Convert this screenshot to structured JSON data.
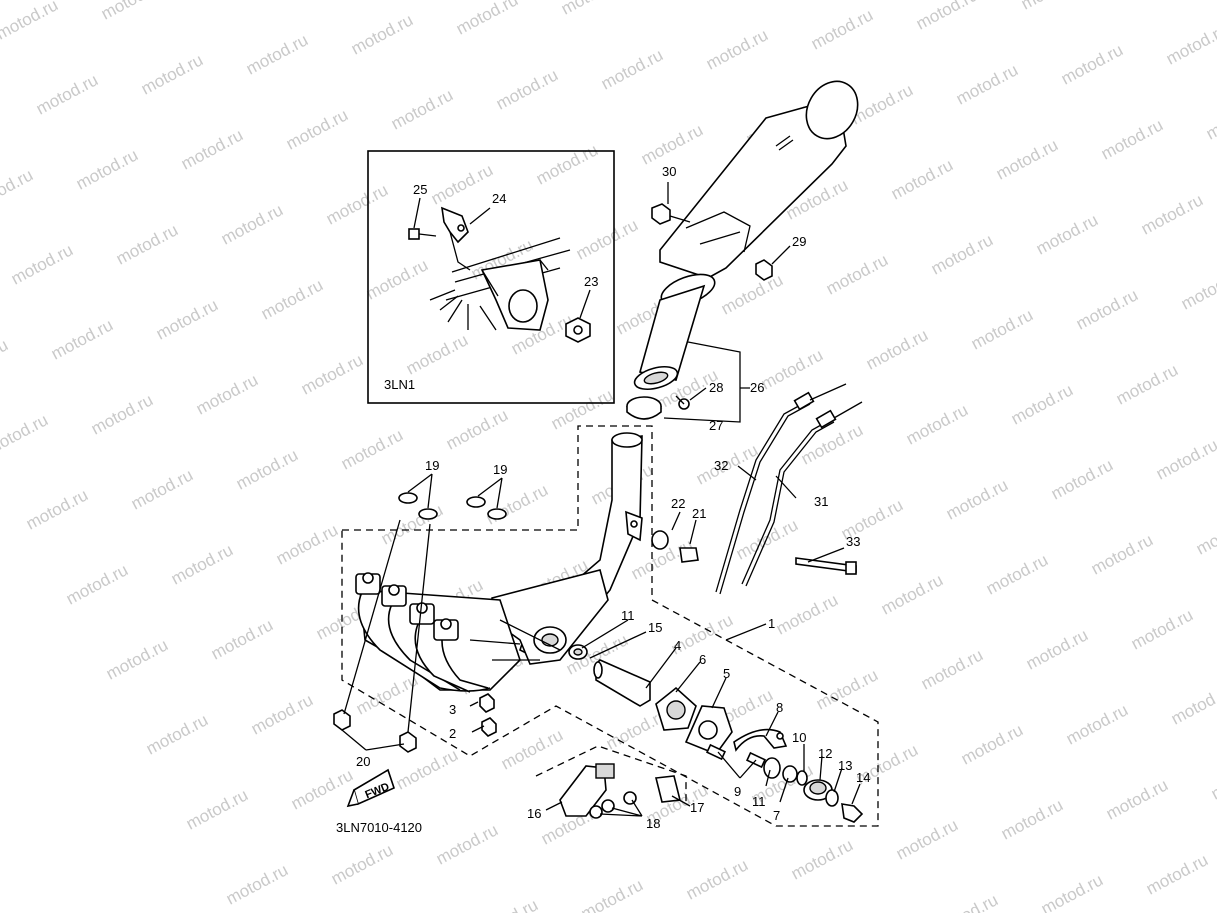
{
  "watermark": {
    "text": "motod.ru",
    "color": "#c9c9c9"
  },
  "inset_label": "3LN1",
  "diagram_code": "3LN7010-4120",
  "fwd_label": "FWD",
  "callouts": [
    {
      "id": "c1",
      "text": "1"
    },
    {
      "id": "c2",
      "text": "2"
    },
    {
      "id": "c3",
      "text": "3"
    },
    {
      "id": "c4",
      "text": "4"
    },
    {
      "id": "c5",
      "text": "5"
    },
    {
      "id": "c6",
      "text": "6"
    },
    {
      "id": "c7",
      "text": "7"
    },
    {
      "id": "c8",
      "text": "8"
    },
    {
      "id": "c9",
      "text": "9"
    },
    {
      "id": "c10",
      "text": "10"
    },
    {
      "id": "c11a",
      "text": "11"
    },
    {
      "id": "c11b",
      "text": "11"
    },
    {
      "id": "c12",
      "text": "12"
    },
    {
      "id": "c13",
      "text": "13"
    },
    {
      "id": "c14",
      "text": "14"
    },
    {
      "id": "c15",
      "text": "15"
    },
    {
      "id": "c16",
      "text": "16"
    },
    {
      "id": "c17",
      "text": "17"
    },
    {
      "id": "c18",
      "text": "18"
    },
    {
      "id": "c19a",
      "text": "19"
    },
    {
      "id": "c19b",
      "text": "19"
    },
    {
      "id": "c20",
      "text": "20"
    },
    {
      "id": "c21",
      "text": "21"
    },
    {
      "id": "c22",
      "text": "22"
    },
    {
      "id": "c23",
      "text": "23"
    },
    {
      "id": "c24",
      "text": "24"
    },
    {
      "id": "c25",
      "text": "25"
    },
    {
      "id": "c26",
      "text": "26"
    },
    {
      "id": "c27",
      "text": "27"
    },
    {
      "id": "c28",
      "text": "28"
    },
    {
      "id": "c29",
      "text": "29"
    },
    {
      "id": "c30",
      "text": "30"
    },
    {
      "id": "c31",
      "text": "31"
    },
    {
      "id": "c32",
      "text": "32"
    },
    {
      "id": "c33",
      "text": "33"
    }
  ]
}
